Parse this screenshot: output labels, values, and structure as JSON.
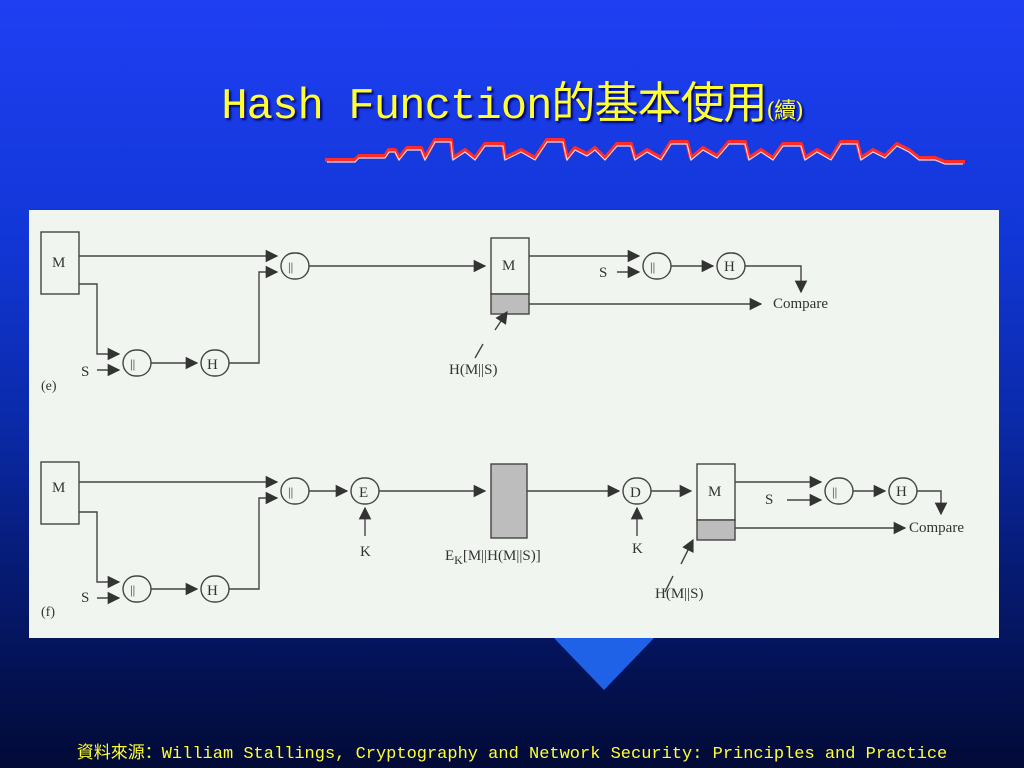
{
  "slide": {
    "title_main": "Hash Function的基本使用",
    "title_sub": "(續)",
    "footer": "資料來源：William Stallings, Cryptography and Network Security: Principles and Practice"
  },
  "diagram": {
    "e": {
      "label": "(e)",
      "message": "M",
      "secret": "S",
      "concat": "||",
      "hash": "H",
      "recv_message": "M",
      "recv_secret": "S",
      "recv_concat": "||",
      "recv_hash": "H",
      "compare": "Compare",
      "hash_label": "H(M||S)"
    },
    "f": {
      "label": "(f)",
      "message": "M",
      "secret": "S",
      "concat": "||",
      "hash": "H",
      "encrypt": "E",
      "key_e": "K",
      "ciphertext": "E",
      "ciphertext_sub": "K",
      "ciphertext_rest": "[M||H(M||S)]",
      "decrypt": "D",
      "key_d": "K",
      "recv_message": "M",
      "recv_secret": "S",
      "recv_concat": "||",
      "recv_hash": "H",
      "compare": "Compare",
      "hash_label": "H(M||S)"
    }
  }
}
